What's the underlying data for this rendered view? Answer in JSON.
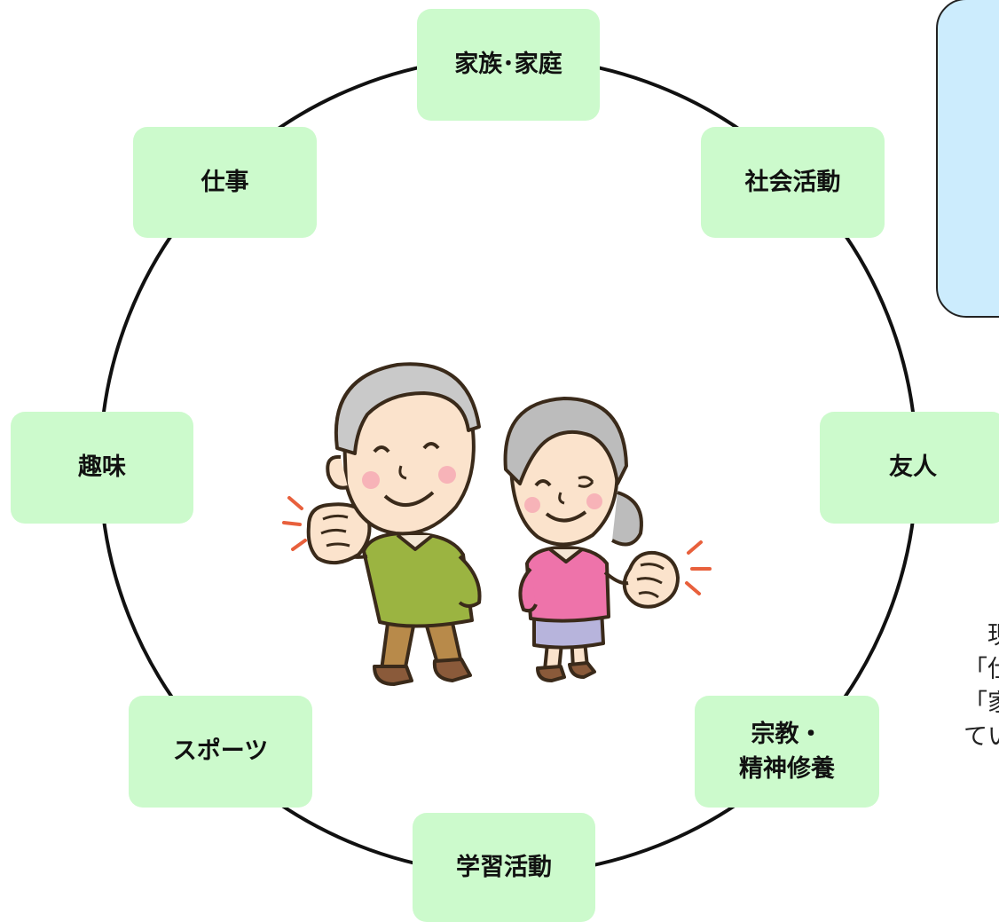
{
  "diagram": {
    "nodes": [
      {
        "id": "family",
        "lines": [
          "家族･家庭"
        ]
      },
      {
        "id": "work",
        "lines": [
          "仕事"
        ]
      },
      {
        "id": "social",
        "lines": [
          "社会活動"
        ]
      },
      {
        "id": "hobby",
        "lines": [
          "趣味"
        ]
      },
      {
        "id": "friend",
        "lines": [
          "友人"
        ]
      },
      {
        "id": "sports",
        "lines": [
          "スポーツ"
        ]
      },
      {
        "id": "religion",
        "lines": [
          "宗教・",
          "精神修養"
        ]
      },
      {
        "id": "study",
        "lines": [
          "学習活動"
        ]
      }
    ],
    "illustration": "elderly-couple-cheering-illustration"
  },
  "side_text": {
    "lines": [
      "　現",
      "「仕",
      "「家",
      "てい"
    ]
  },
  "colors": {
    "node_fill": "#ccfacc",
    "callout_fill": "#ccecfd",
    "ring_stroke": "#111111"
  }
}
